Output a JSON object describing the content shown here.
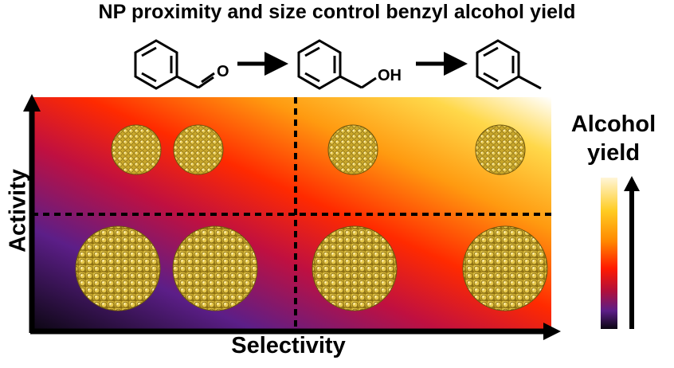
{
  "title": "NP proximity and size control benzyl alcohol yield",
  "reaction": {
    "aldehyde_atom": "O",
    "alcohol_group": "OH"
  },
  "axes": {
    "x_label": "Selectivity",
    "y_label": "Activity"
  },
  "legend": {
    "title_line1": "Alcohol",
    "title_line2": "yield",
    "gradient_colors": [
      "#fff6d8",
      "#ffcc22",
      "#ff8800",
      "#ff1a00",
      "#b0103c",
      "#5c1e88",
      "#0a0612"
    ]
  },
  "colors": {
    "gold": "#d9b935",
    "gold_light": "#f3e08a",
    "silver": "#e8e4d8",
    "panel_top_right": "#ffffff",
    "panel_bottom_left": "#0a0610"
  }
}
